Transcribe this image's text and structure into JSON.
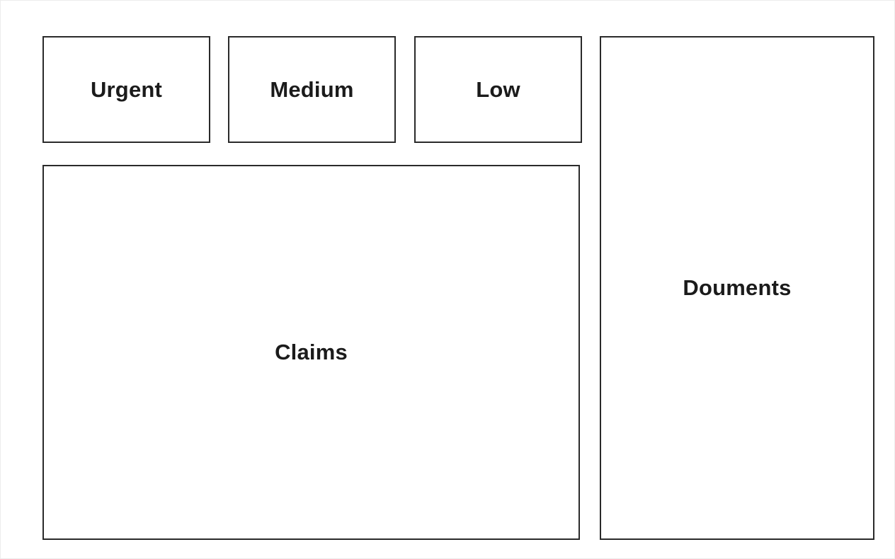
{
  "panels": {
    "urgent": {
      "label": "Urgent"
    },
    "medium": {
      "label": "Medium"
    },
    "low": {
      "label": "Low"
    },
    "claims": {
      "label": "Claims"
    },
    "documents": {
      "label": "Douments"
    }
  }
}
